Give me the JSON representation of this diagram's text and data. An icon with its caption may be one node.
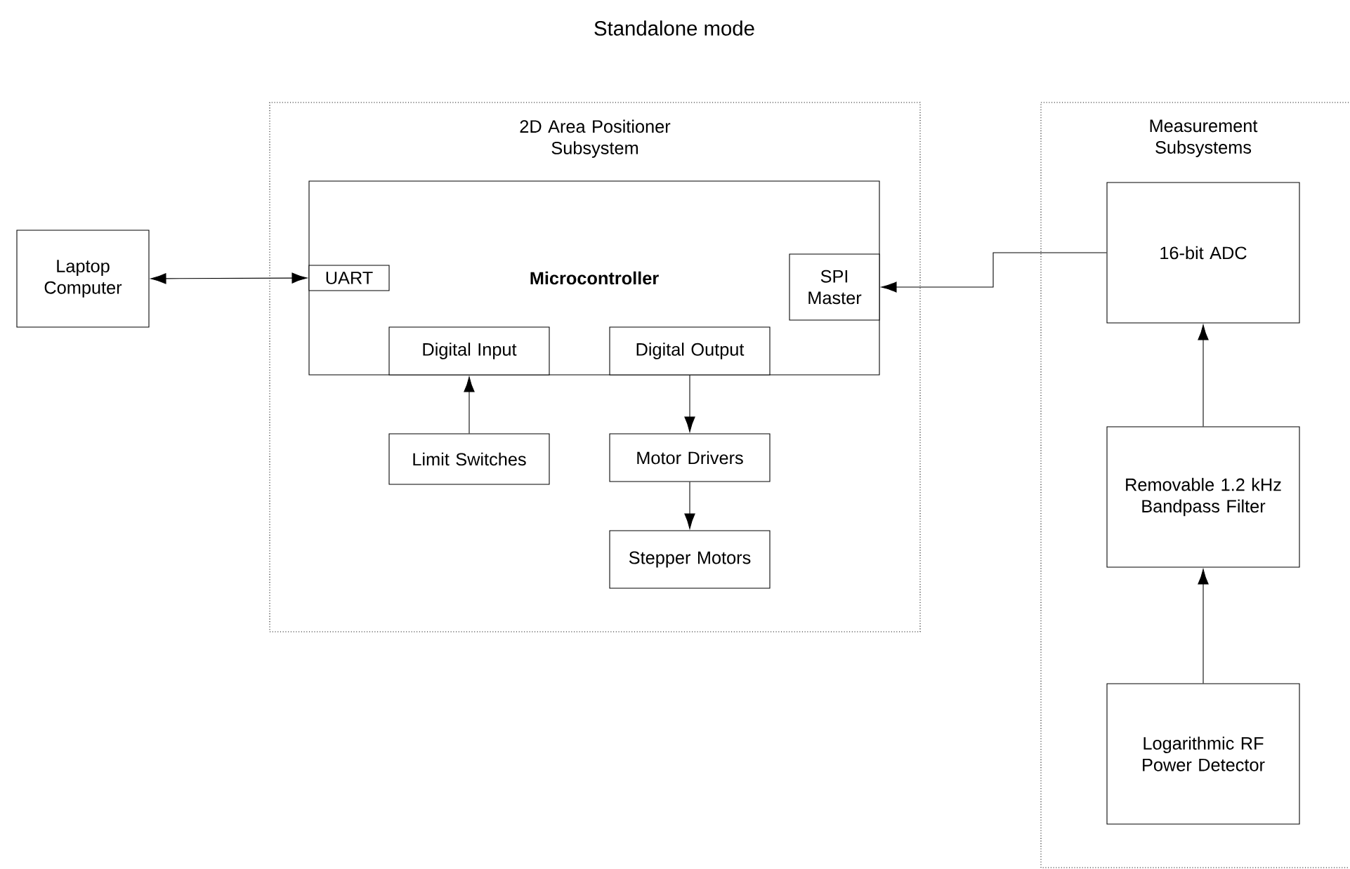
{
  "diagram": {
    "title": "Standalone mode",
    "nodes": [
      {
        "text": [
          "Laptop Computer"
        ]
      },
      {
        "text": [
          "2D Area Positioner Subsystem"
        ]
      },
      {
        "text": [
          "Microcontroller"
        ],
        "in": 1
      },
      {
        "text": [
          "UART"
        ],
        "in": 2
      },
      {
        "text": [
          "SPI Master"
        ],
        "in": 2
      },
      {
        "text": [
          "Digital Input"
        ],
        "in": 2
      },
      {
        "text": [
          "Digital Output"
        ],
        "in": 2
      },
      {
        "text": [
          "Limit Switches"
        ],
        "in": 1
      },
      {
        "text": [
          "Motor Drivers"
        ],
        "in": 1
      },
      {
        "text": [
          "Stepper Motors"
        ],
        "in": 1
      },
      {
        "text": [
          "Measurement Subsystems"
        ]
      },
      {
        "text": [
          "16-bit ADC"
        ],
        "in": 10
      },
      {
        "text": [
          "Removable 1.2 kHz Bandpass Filter"
        ],
        "in": 10
      },
      {
        "text": [
          "Logarithmic RF Power Detector"
        ],
        "in": 10
      }
    ],
    "edges": [
      {
        "from": 0,
        "to": 3,
        "arrow": "both"
      },
      {
        "from": 11,
        "to": 4,
        "arrow": "to"
      },
      {
        "from": 7,
        "to": 5,
        "arrow": "to"
      },
      {
        "from": 6,
        "to": 8,
        "arrow": "to"
      },
      {
        "from": 8,
        "to": 9,
        "arrow": "to"
      },
      {
        "from": 12,
        "to": 11,
        "arrow": "to"
      },
      {
        "from": 13,
        "to": 12,
        "arrow": "to"
      }
    ]
  }
}
